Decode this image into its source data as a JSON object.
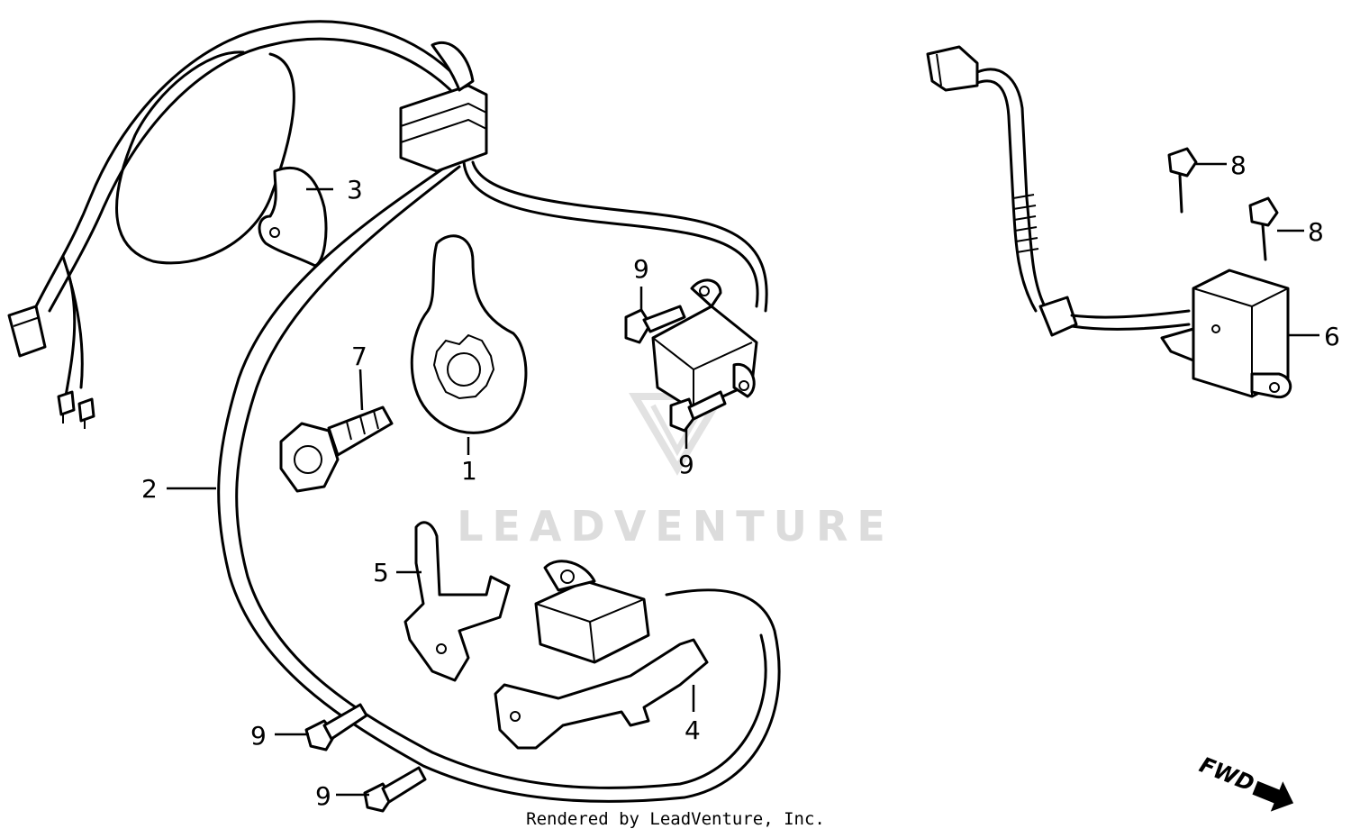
{
  "watermark": "LEADVENTURE",
  "direction_label": "FWD",
  "footer": "Rendered by LeadVenture, Inc.",
  "callouts": [
    {
      "id": "c1",
      "label": "1"
    },
    {
      "id": "c2",
      "label": "2"
    },
    {
      "id": "c3",
      "label": "3"
    },
    {
      "id": "c4",
      "label": "4"
    },
    {
      "id": "c5",
      "label": "5"
    },
    {
      "id": "c6",
      "label": "6"
    },
    {
      "id": "c7",
      "label": "7"
    },
    {
      "id": "c8a",
      "label": "8"
    },
    {
      "id": "c8b",
      "label": "8"
    },
    {
      "id": "c9a",
      "label": "9"
    },
    {
      "id": "c9b",
      "label": "9"
    },
    {
      "id": "c9c",
      "label": "9"
    },
    {
      "id": "c9d",
      "label": "9"
    }
  ]
}
